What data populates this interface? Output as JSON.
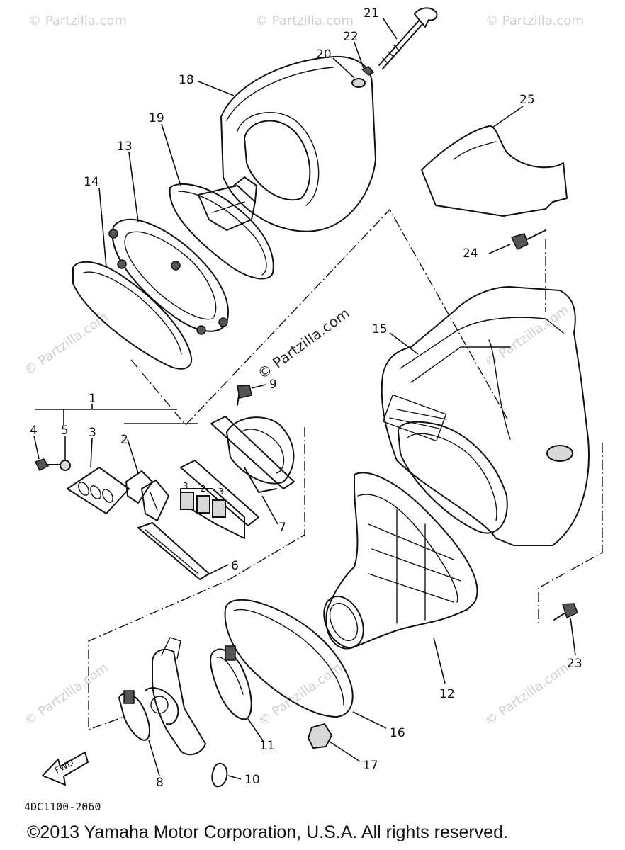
{
  "diagram": {
    "callouts": {
      "c1": "1",
      "c2": "2",
      "c3": "3",
      "c4": "4",
      "c5": "5",
      "c6": "6",
      "c7": "7",
      "c8": "8",
      "c9": "9",
      "c10": "10",
      "c11": "11",
      "c12": "12",
      "c13": "13",
      "c14": "14",
      "c15": "15",
      "c16": "16",
      "c17": "17",
      "c18": "18",
      "c19": "19",
      "c20": "20",
      "c21": "21",
      "c22": "22",
      "c23": "23",
      "c24": "24",
      "c25": "25"
    },
    "watermark": "© Partzilla.com",
    "fwd_label": "FWD",
    "reed_numbers": [
      "3",
      "2",
      "3"
    ],
    "diagram_code": "4DC1100-2060",
    "copyright": "©2013 Yamaha Motor Corporation, U.S.A. All rights reserved."
  }
}
